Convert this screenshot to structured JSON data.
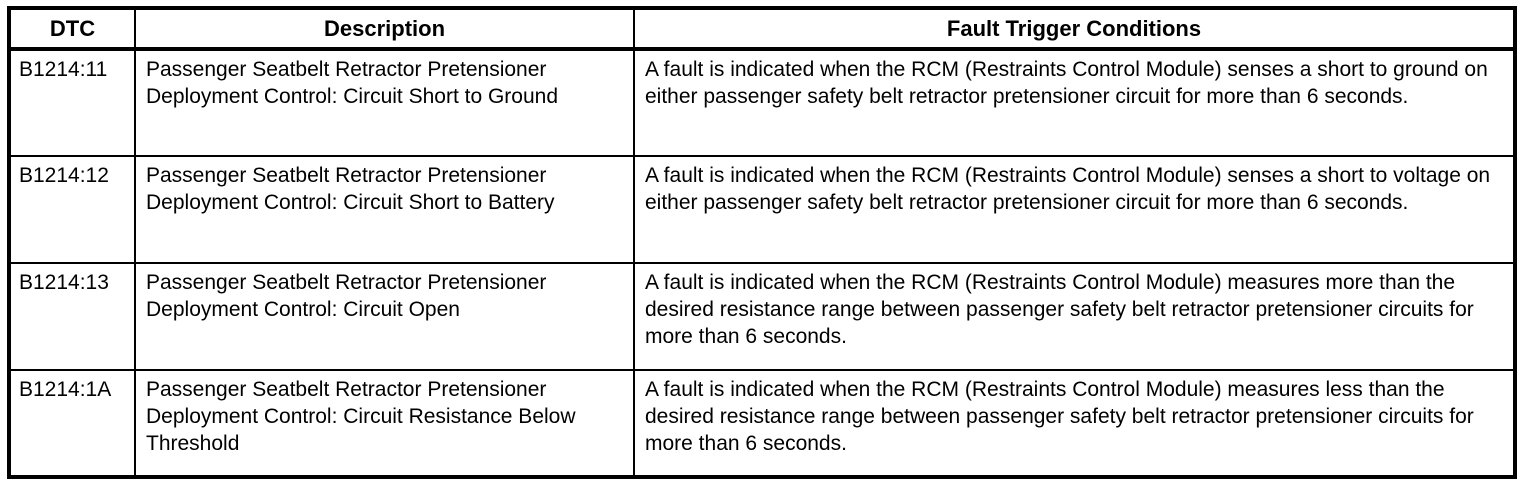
{
  "colors": {
    "border": "#000000",
    "text": "#000000",
    "background": "#ffffff"
  },
  "table": {
    "columns": [
      {
        "label": "DTC"
      },
      {
        "label": "Description"
      },
      {
        "label": "Fault Trigger Conditions"
      }
    ],
    "rows": [
      {
        "dtc": "B1214:11",
        "description": "Passenger Seatbelt Retractor Pretensioner Deployment Control: Circuit Short to Ground",
        "fault_trigger_conditions": "A fault is indicated when the RCM (Restraints Control Module) senses a short to ground on either passenger safety belt retractor pretensioner circuit for more than 6 seconds."
      },
      {
        "dtc": "B1214:12",
        "description": "Passenger Seatbelt Retractor Pretensioner Deployment Control: Circuit Short to Battery",
        "fault_trigger_conditions": "A fault is indicated when the RCM (Restraints Control Module) senses a short to voltage on either passenger safety belt retractor pretensioner circuit for more than 6 seconds."
      },
      {
        "dtc": "B1214:13",
        "description": "Passenger Seatbelt Retractor Pretensioner Deployment Control: Circuit Open",
        "fault_trigger_conditions": "A fault is indicated when the RCM (Restraints Control Module) measures more than the desired resistance range between passenger safety belt retractor pretensioner circuits for more than 6 seconds."
      },
      {
        "dtc": "B1214:1A",
        "description": "Passenger Seatbelt Retractor Pretensioner Deployment Control: Circuit Resistance Below Threshold",
        "fault_trigger_conditions": "A fault is indicated when the RCM (Restraints Control Module) measures less than the desired resistance range between passenger safety belt retractor pretensioner circuits for more than 6 seconds."
      }
    ]
  }
}
